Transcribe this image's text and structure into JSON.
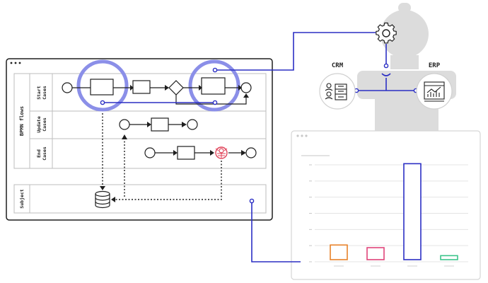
{
  "colors": {
    "accent": "#2b2fc4",
    "halo": "#8b8fe8",
    "robot": "#dcdcdc",
    "frame": "#1f1f1f",
    "line": "#c8c8c8",
    "bar_orange": "#e8822a",
    "bar_pink": "#e0447a",
    "bar_blue": "#2b2fc4",
    "bar_green": "#3cc48a",
    "alert": "#e0445a"
  },
  "bpmn": {
    "pool_label": "BPMN flows",
    "lanes": [
      {
        "label_line1": "Start",
        "label_line2": "Cases"
      },
      {
        "label_line1": "Update",
        "label_line2": "Cases"
      },
      {
        "label_line1": "End",
        "label_line2": "Cases"
      }
    ],
    "subject_label": "Subject"
  },
  "systems": {
    "crm_label": "CRM",
    "erp_label": "ERP"
  },
  "icons": {
    "gear": "gear-icon",
    "database": "database-icon",
    "crm": "crm-server-icon",
    "erp": "erp-chart-icon",
    "alert": "alert-ladybug-icon"
  },
  "chart_data": {
    "type": "bar",
    "categories": [
      "",
      "",
      "",
      ""
    ],
    "values": [
      0.11,
      0.09,
      0.72,
      0.03
    ],
    "title": "",
    "xlabel": "",
    "ylabel": ""
  }
}
